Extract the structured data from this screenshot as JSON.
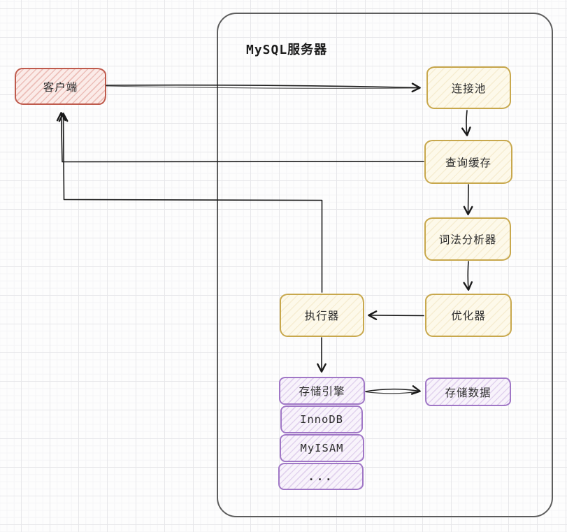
{
  "diagram": {
    "kind": "architecture-flowchart",
    "container": {
      "title": "MySQL服务器"
    },
    "nodes": [
      {
        "id": "client",
        "label": "客户端",
        "style": "red"
      },
      {
        "id": "connection-pool",
        "label": "连接池",
        "style": "yellow"
      },
      {
        "id": "query-cache",
        "label": "查询缓存",
        "style": "yellow"
      },
      {
        "id": "lexer",
        "label": "词法分析器",
        "style": "yellow"
      },
      {
        "id": "optimizer",
        "label": "优化器",
        "style": "yellow"
      },
      {
        "id": "executor",
        "label": "执行器",
        "style": "yellow"
      },
      {
        "id": "storage-engine",
        "label": "存储引擎",
        "style": "purple"
      },
      {
        "id": "innodb",
        "label": "InnoDB",
        "style": "purple"
      },
      {
        "id": "myisam",
        "label": "MyISAM",
        "style": "purple"
      },
      {
        "id": "more-engines",
        "label": "...",
        "style": "purple"
      },
      {
        "id": "storage-data",
        "label": "存储数据",
        "style": "purple"
      }
    ],
    "edges": [
      {
        "from": "客户端",
        "to": "连接池"
      },
      {
        "from": "连接池",
        "to": "查询缓存"
      },
      {
        "from": "查询缓存",
        "to": "客户端"
      },
      {
        "from": "查询缓存",
        "to": "词法分析器"
      },
      {
        "from": "词法分析器",
        "to": "优化器"
      },
      {
        "from": "优化器",
        "to": "执行器"
      },
      {
        "from": "执行器",
        "to": "客户端"
      },
      {
        "from": "执行器",
        "to": "存储引擎"
      },
      {
        "from": "存储引擎",
        "to": "存储数据"
      }
    ],
    "colors": {
      "client_border": "#bf5b4d",
      "client_fill": "#fbebe8",
      "process_border": "#c8a84d",
      "process_fill": "#fdf9ea",
      "storage_border": "#a077c6",
      "storage_fill": "#f8f3fb",
      "container_border": "#5d5d5d",
      "edge_stroke": "#1b1b1b",
      "grid_line": "#e7e7ea"
    }
  }
}
